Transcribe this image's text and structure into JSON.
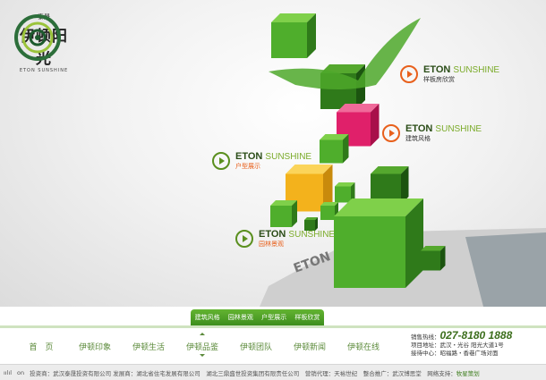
{
  "logo": {
    "top": "泰晟",
    "name": "伊顿阳光",
    "en": "ETON SUNSHINE"
  },
  "hero": {
    "links": [
      {
        "brand": "ETON",
        "brand2": "SUNSHINE",
        "sub": "样板房欣赏",
        "color": "#e8601c"
      },
      {
        "brand": "ETON",
        "brand2": "SUNSHINE",
        "sub": "建筑风格",
        "color": "#e8601c"
      },
      {
        "brand": "ETON",
        "brand2": "SUNSHINE",
        "sub": "户型展示",
        "color": "#5a8f1e"
      },
      {
        "brand": "ETON",
        "brand2": "SUNSHINE",
        "sub": "园林景观",
        "color": "#5a8f1e"
      }
    ],
    "building_sign": "ETON"
  },
  "subtabs": [
    "建筑风格",
    "园林景观",
    "户型展示",
    "样板欣赏"
  ],
  "nav": [
    "首　页",
    "伊顿印象",
    "伊顿生活",
    "伊顿品鉴",
    "伊顿团队",
    "伊顿新闻",
    "伊顿在线"
  ],
  "info": {
    "hotline_label": "销售热线：",
    "hotline": "027-8180 1888",
    "address": "项目地址：武汉・光谷 阳光大道1号",
    "reception": "接待中心：昭福路・香巷广场对面"
  },
  "footer": {
    "icon": "ıılıl",
    "tag": "on",
    "text": "投资商：武汉泰晟投资有限公司 发展商：湖北省住宅发展有限公司　湖北三鼎盛世投资集团有限责任公司　营销代理：天裕世纪　整合推广：武汉博思堂　网络支持：",
    "support": "牧星策划"
  },
  "colors": {
    "green": "#3d8e1d",
    "orange": "#e8601c",
    "magenta": "#e0206a",
    "yellow": "#f3b21c"
  }
}
